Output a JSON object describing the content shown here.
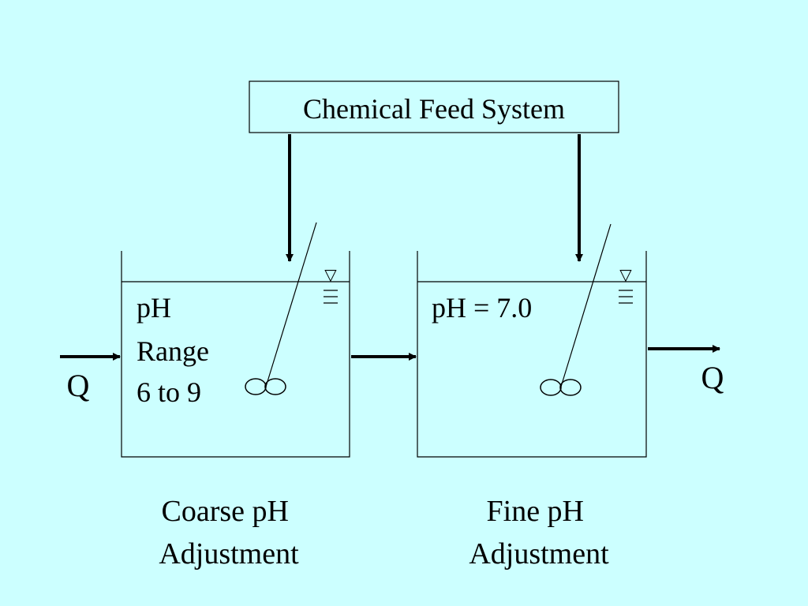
{
  "colors": {
    "background": "#CCFFFF",
    "ink": "#000000"
  },
  "feed_system": {
    "label": "Chemical Feed System"
  },
  "tank_coarse": {
    "ph_lines": [
      "pH",
      "Range",
      "6 to 9"
    ],
    "caption_lines": [
      "Coarse pH",
      "Adjustment"
    ],
    "water_level_symbol": "▽",
    "water_level_icon": "water-level-triangle-icon",
    "mixer_icon": "impeller-mixer-icon"
  },
  "tank_fine": {
    "ph_label": "pH = 7.0",
    "caption_lines": [
      "Fine pH",
      "Adjustment"
    ],
    "water_level_symbol": "▽",
    "water_level_icon": "water-level-triangle-icon",
    "mixer_icon": "impeller-mixer-icon"
  },
  "flow": {
    "inlet_label": "Q",
    "outlet_label": "Q"
  }
}
